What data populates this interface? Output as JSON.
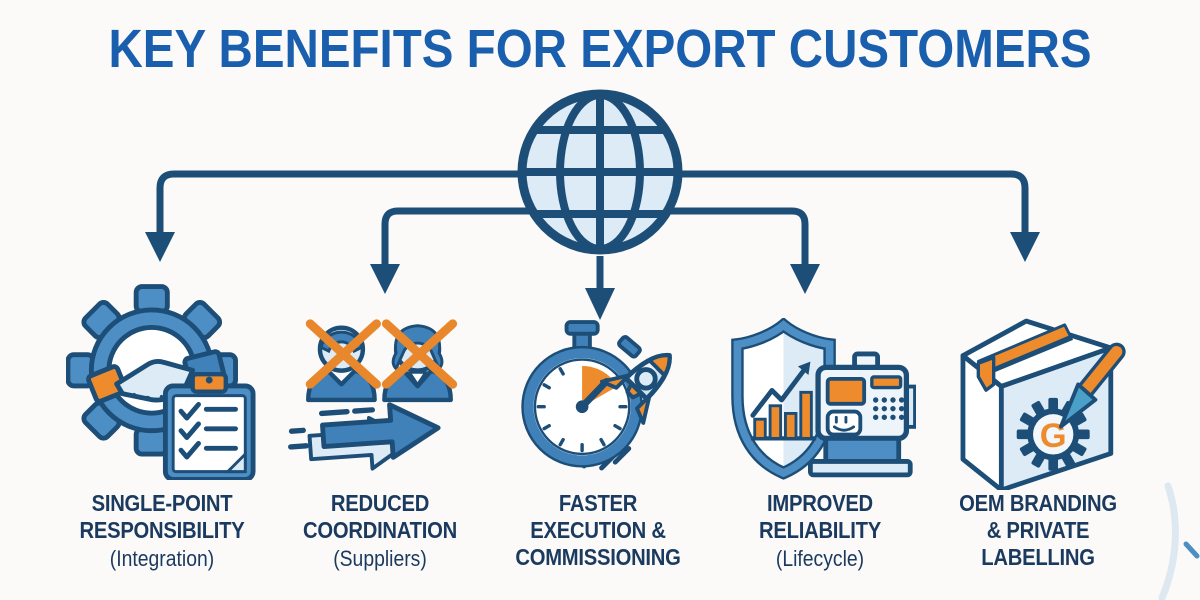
{
  "title": "KEY BENEFITS FOR EXPORT CUSTOMERS",
  "colors": {
    "background": "#fbfaf8",
    "title_blue": "#1a5fae",
    "text_navy": "#1b3a5f",
    "outline_navy": "#1d4e78",
    "mid_blue": "#4d8fc4",
    "light_blue": "#dcebf5",
    "orange": "#ee8b2d"
  },
  "hub": {
    "icon": "globe-icon"
  },
  "benefits": [
    {
      "icon": "gear-handshake-clipboard-icon",
      "lines": [
        "SINGLE-POINT",
        "RESPONSIBILITY"
      ],
      "subtitle": "(Integration)"
    },
    {
      "icon": "crossed-suppliers-fast-arrow-icon",
      "lines": [
        "REDUCED",
        "COORDINATION"
      ],
      "subtitle": "(Suppliers)"
    },
    {
      "icon": "stopwatch-rocket-icon",
      "lines": [
        "FASTER",
        "EXECUTION &",
        "COMMISSIONING"
      ],
      "subtitle": ""
    },
    {
      "icon": "shield-growth-chart-machine-icon",
      "lines": [
        "IMPROVED",
        "RELIABILITY"
      ],
      "subtitle": "(Lifecycle)"
    },
    {
      "icon": "branded-box-paintbrush-icon",
      "lines": [
        "OEM BRANDING",
        "& PRIVATE",
        "LABELLING"
      ],
      "subtitle": ""
    }
  ]
}
